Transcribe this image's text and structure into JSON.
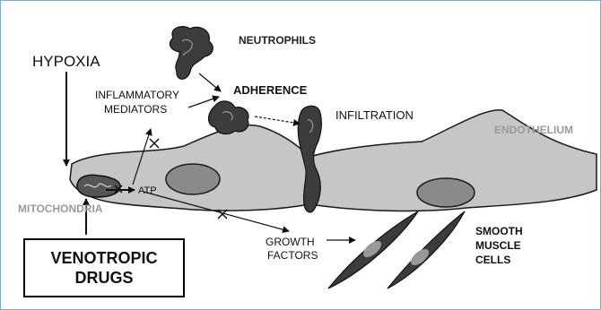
{
  "labels": {
    "hypoxia": "HYPOXIA",
    "neutrophils": "NEUTROPHILS",
    "inflammatory": "INFLAMMATORY",
    "mediators": "MEDIATORS",
    "adherence": "ADHERENCE",
    "infiltration": "INFILTRATION",
    "endothelium": "ENDOTHELIUM",
    "atp": "ATP",
    "mitochondria": "MITOCHONDRIA",
    "growth": "GROWTH",
    "factors": "FACTORS",
    "smooth": "SMOOTH",
    "muscle": "MUSCLE",
    "cells": "CELLS"
  },
  "drugs_box": {
    "line1": "VENOTROPIC",
    "line2": "DRUGS"
  },
  "colors": {
    "cell_fill": "#c6c6c6",
    "nucleus_fill": "#8a8a8a",
    "dark_cell": "#3c3c3c",
    "grey_label": "#9a9a9a",
    "frame": "#7fa9cf"
  }
}
